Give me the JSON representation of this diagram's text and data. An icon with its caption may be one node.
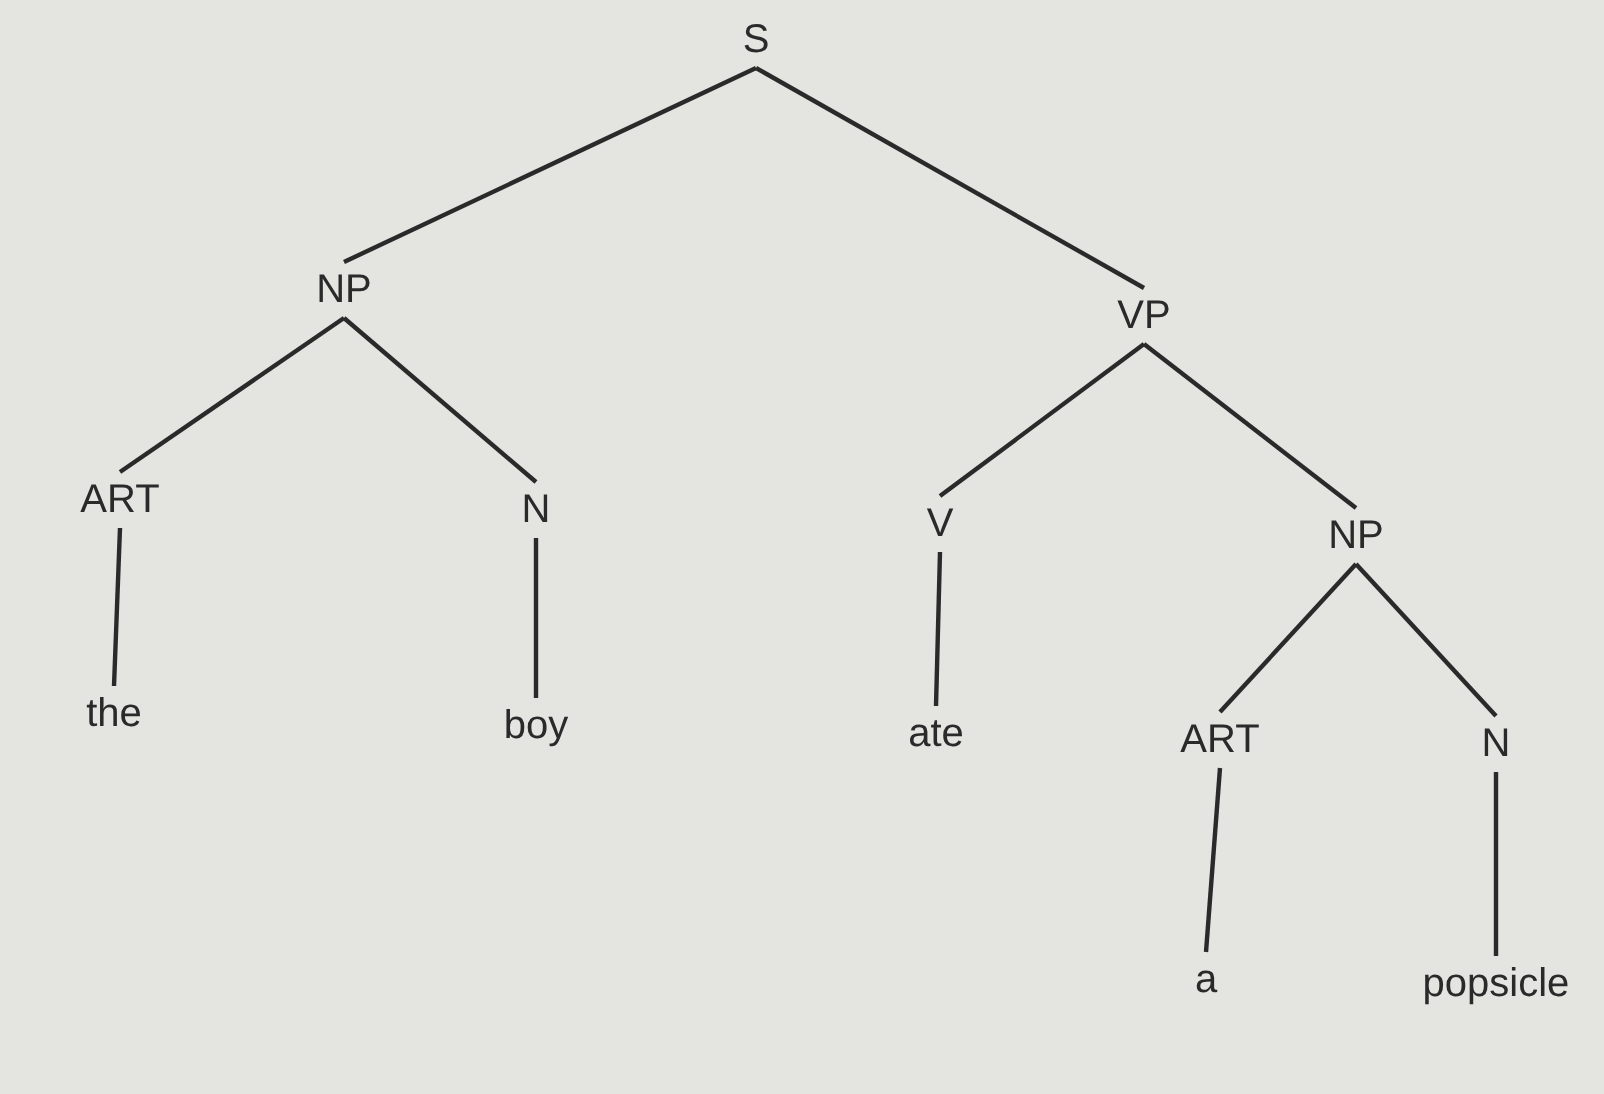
{
  "diagram": {
    "nodes": [
      {
        "text": [
          "S"
        ]
      },
      {
        "text": [
          "NP"
        ]
      },
      {
        "text": [
          "VP"
        ]
      },
      {
        "text": [
          "ART"
        ]
      },
      {
        "text": [
          "N"
        ]
      },
      {
        "text": [
          "V"
        ]
      },
      {
        "text": [
          "NP"
        ]
      },
      {
        "text": [
          "the"
        ]
      },
      {
        "text": [
          "boy"
        ]
      },
      {
        "text": [
          "ate"
        ]
      },
      {
        "text": [
          "ART"
        ]
      },
      {
        "text": [
          "N"
        ]
      },
      {
        "text": [
          "a"
        ]
      },
      {
        "text": [
          "popsicle"
        ]
      }
    ],
    "edges": [
      {
        "from": 0,
        "to": 1,
        "arrow": "none"
      },
      {
        "from": 0,
        "to": 2,
        "arrow": "none"
      },
      {
        "from": 1,
        "to": 3,
        "arrow": "none"
      },
      {
        "from": 1,
        "to": 4,
        "arrow": "none"
      },
      {
        "from": 2,
        "to": 5,
        "arrow": "none"
      },
      {
        "from": 2,
        "to": 6,
        "arrow": "none"
      },
      {
        "from": 3,
        "to": 7,
        "arrow": "none"
      },
      {
        "from": 4,
        "to": 8,
        "arrow": "none"
      },
      {
        "from": 5,
        "to": 9,
        "arrow": "none"
      },
      {
        "from": 6,
        "to": 10,
        "arrow": "none"
      },
      {
        "from": 6,
        "to": 11,
        "arrow": "none"
      },
      {
        "from": 10,
        "to": 12,
        "arrow": "none"
      },
      {
        "from": 11,
        "to": 13,
        "arrow": "none"
      }
    ]
  }
}
